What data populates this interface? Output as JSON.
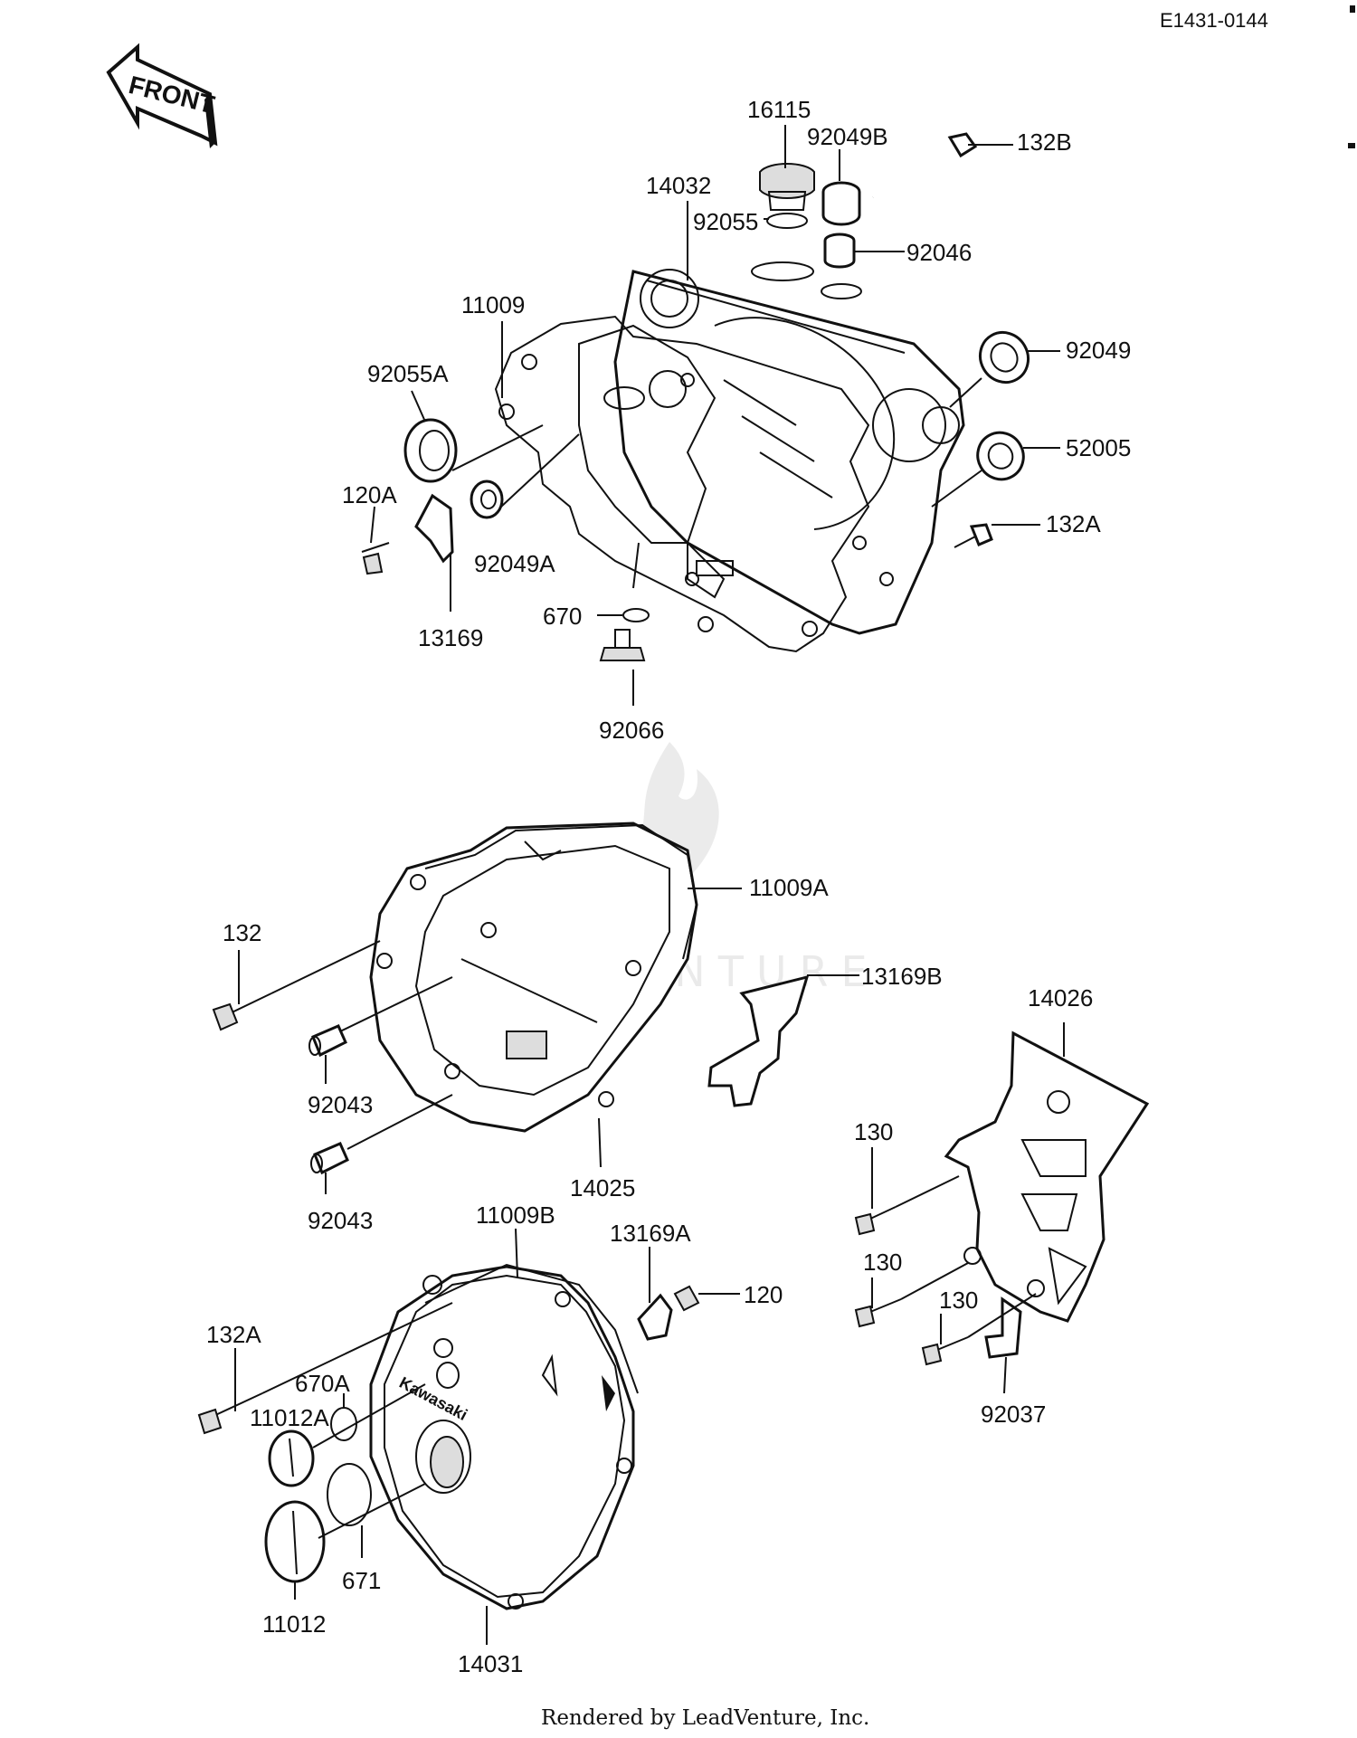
{
  "diagram_code": "E1431-0144",
  "front_arrow_text": "FRONT",
  "watermark": "LEADVENTURE",
  "footer": "Rendered by LeadVenture, Inc.",
  "brand_on_cover": "Kawasaki",
  "parts": {
    "p16115": "16115",
    "p92049B": "92049B",
    "p132B": "132B",
    "p14032": "14032",
    "p92055": "92055",
    "p92046": "92046",
    "p11009": "11009",
    "p92049": "92049",
    "p92055A": "92055A",
    "p52005": "52005",
    "p120A": "120A",
    "p132A_top": "132A",
    "p92049A": "92049A",
    "p13169": "13169",
    "p670": "670",
    "p92066": "92066",
    "p11009A": "11009A",
    "p132": "132",
    "p13169B": "13169B",
    "p14026": "14026",
    "p92043_a": "92043",
    "p14025": "14025",
    "p130_a": "130",
    "p92043_b": "92043",
    "p11009B": "11009B",
    "p13169A": "13169A",
    "p130_b": "130",
    "p120": "120",
    "p130_c": "130",
    "p132A_bottom": "132A",
    "p670A": "670A",
    "p11012A": "11012A",
    "p92037": "92037",
    "p671": "671",
    "p14031": "14031",
    "p11012": "11012"
  }
}
